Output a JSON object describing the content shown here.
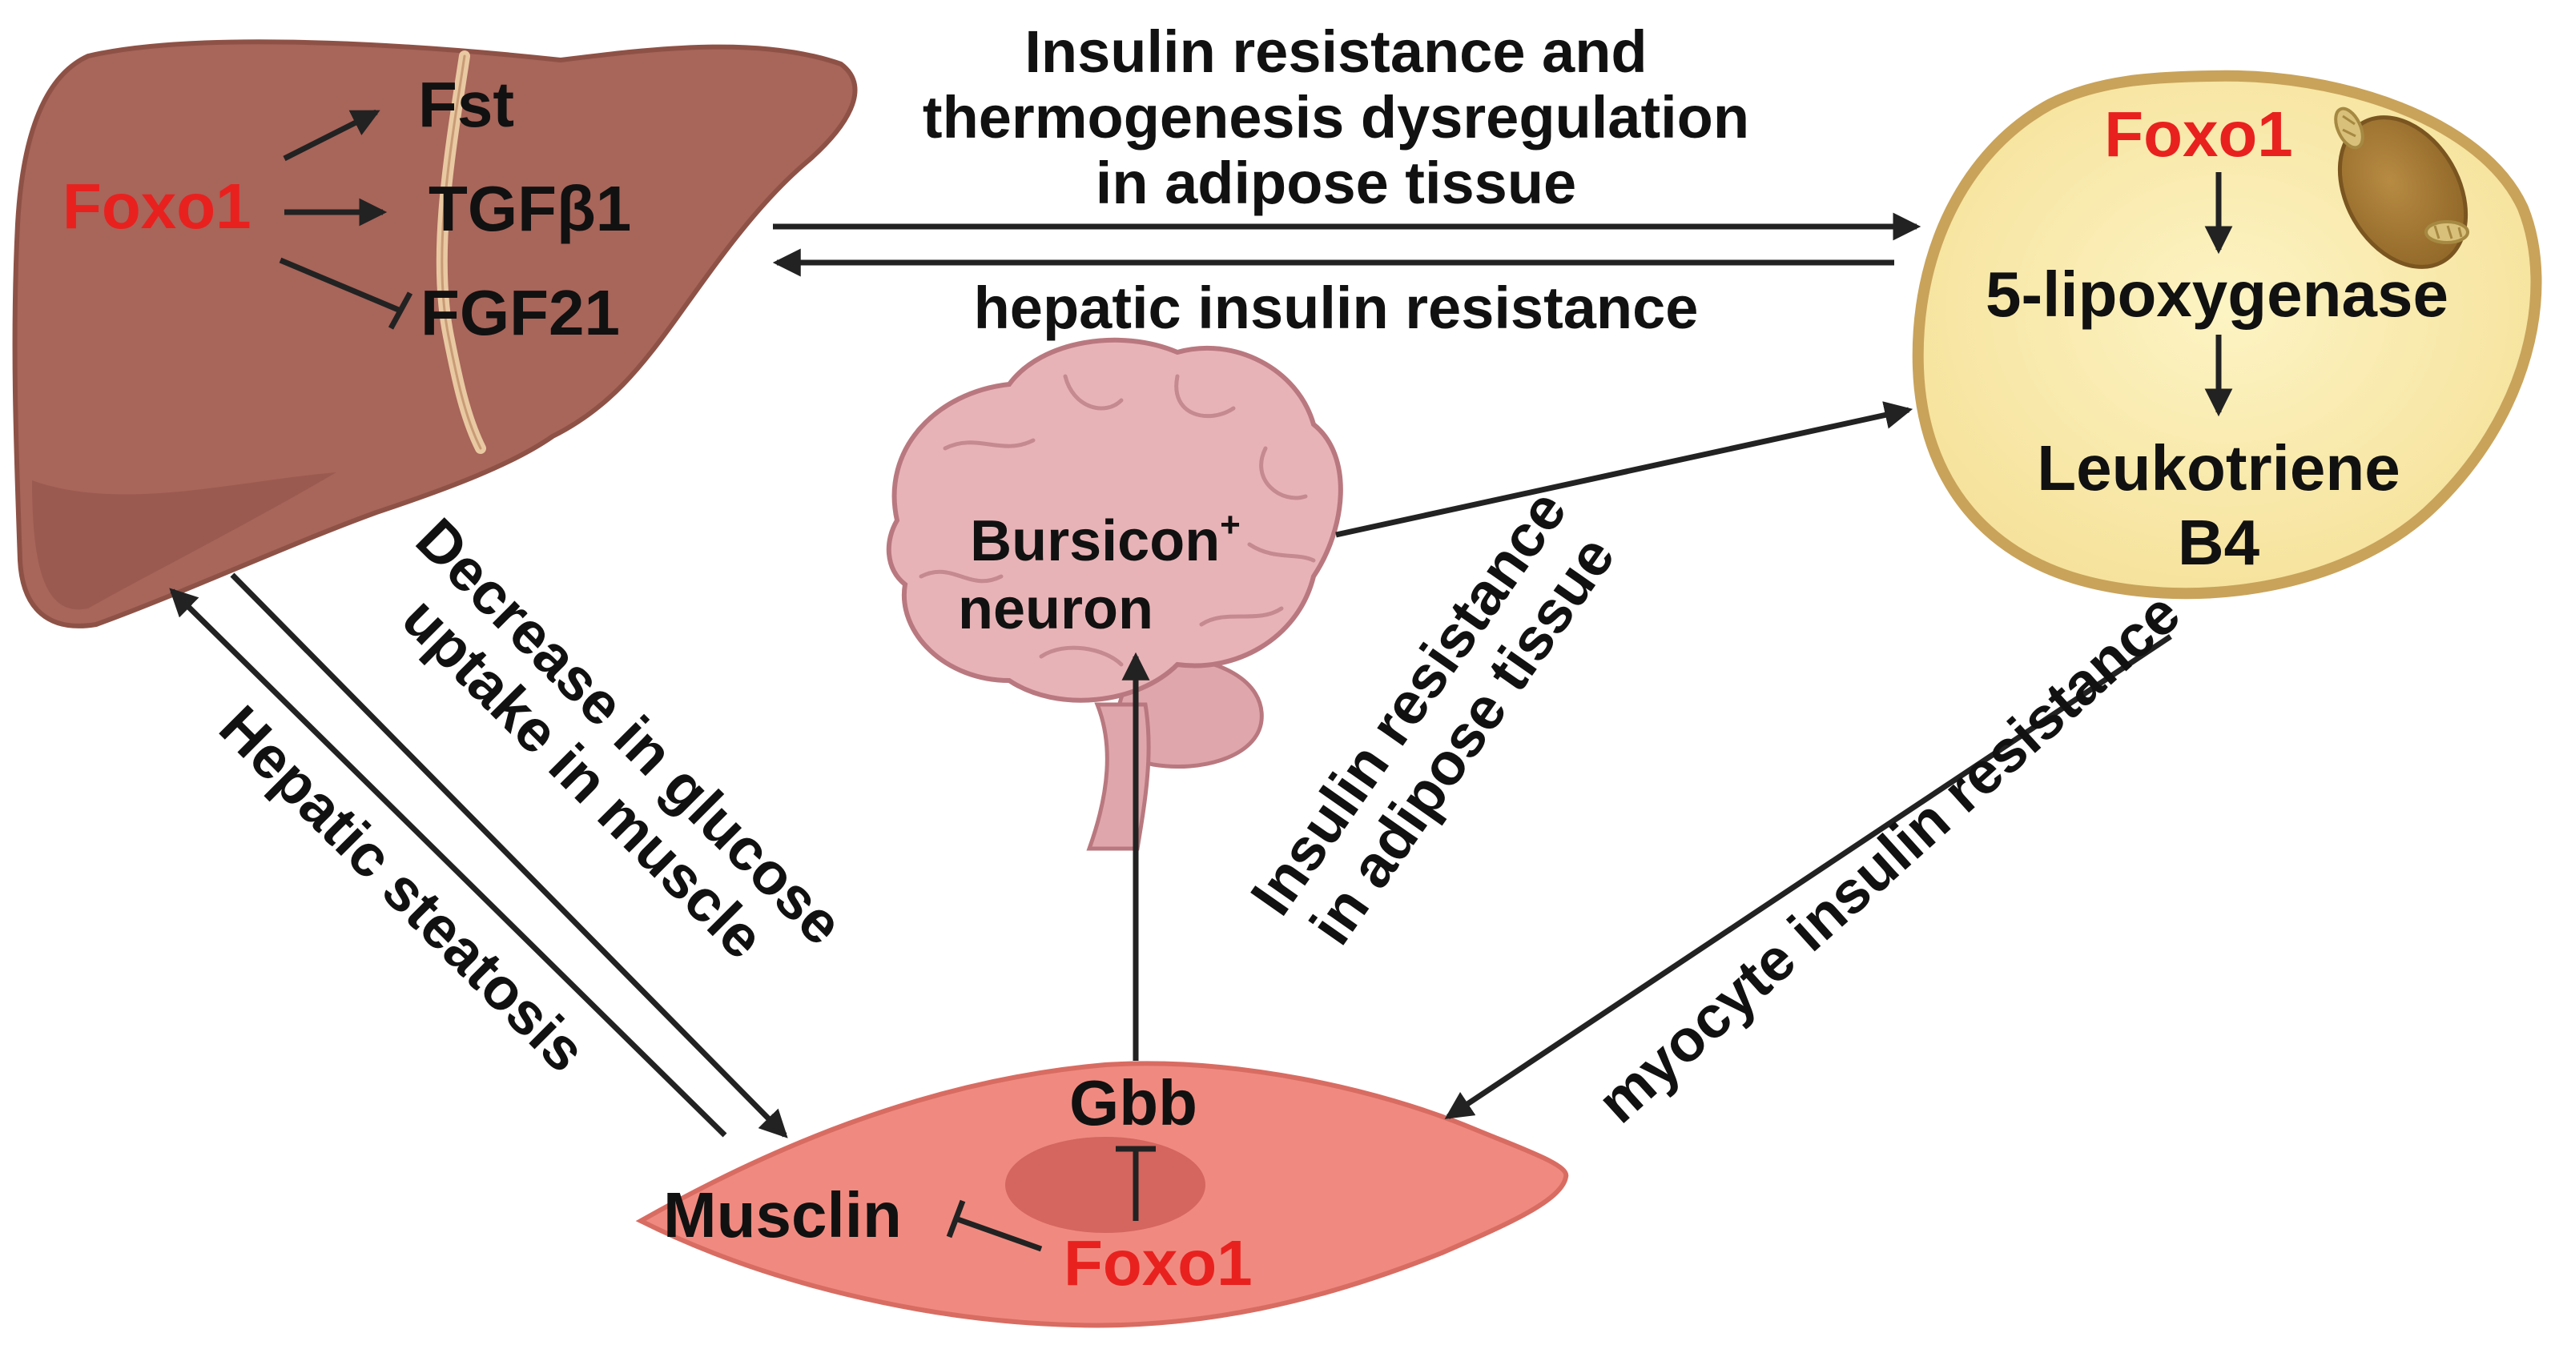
{
  "colors": {
    "foxo1": "#e8211f",
    "text": "#111111",
    "arrow": "#222222",
    "liver": "#a8655a",
    "adipocyte": "#f8e9a8",
    "muscle": "#f08a80",
    "brain": "#e8b3b7"
  },
  "liver": {
    "foxo1": "Foxo1",
    "target_fst": "Fst",
    "target_tgfb1": "TGFβ1",
    "target_fgf21": "FGF21"
  },
  "adipocyte": {
    "foxo1": "Foxo1",
    "enzyme": "5-lipoxygenase",
    "product_line1": "Leukotriene",
    "product_line2": "B4"
  },
  "brain": {
    "line1": "Bursicon",
    "superscript": "+",
    "line2": "neuron"
  },
  "muscle": {
    "gbb": "Gbb",
    "musclin": "Musclin",
    "foxo1": "Foxo1"
  },
  "edges": {
    "liver_to_adipose_line1": "Insulin resistance and",
    "liver_to_adipose_line2": "thermogenesis dysregulation",
    "liver_to_adipose_line3": "in adipose tissue",
    "adipose_to_liver": "hepatic insulin resistance",
    "liver_to_muscle_line1": "Decrease in glucose",
    "liver_to_muscle_line2": "uptake in muscle",
    "muscle_to_liver": "Hepatic steatosis",
    "brain_to_adipose_line1": "Insulin resistance",
    "brain_to_adipose_line2": "in adipose tissue",
    "adipose_to_muscle": "myocyte insulin resistance"
  }
}
